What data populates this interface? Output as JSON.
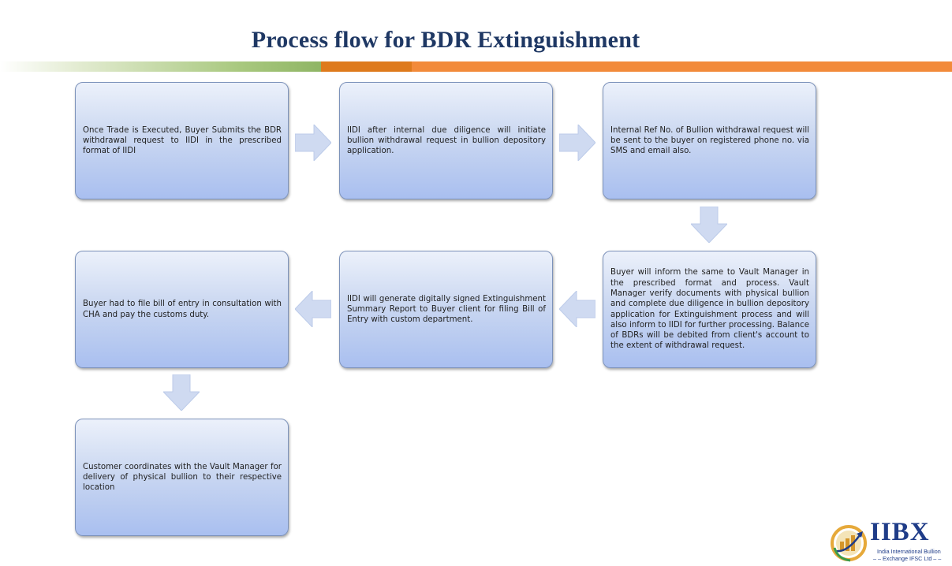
{
  "title": "Process flow for BDR Extinguishment",
  "steps": [
    {
      "text": "Once Trade is Executed, Buyer Submits the BDR withdrawal request to IIDI in the prescribed format of IIDI"
    },
    {
      "text": "IIDI after internal due diligence will initiate bullion withdrawal request in bullion depository application."
    },
    {
      "text": "Internal Ref No. of Bullion withdrawal request will be sent to the buyer on registered phone no. via SMS and email also."
    },
    {
      "text": "Buyer will inform the same to Vault Manager in the prescribed format and process. Vault Manager verify documents with physical bullion and complete due diligence in bullion depository application for Extinguishment process and will also inform to IIDI for further processing. Balance of BDRs will be debited from client's account to the extent of withdrawal request."
    },
    {
      "text": "IIDI will generate digitally signed Extinguishment Summary Report to Buyer client for filing Bill of Entry with custom department."
    },
    {
      "text": "Buyer had to file bill of entry in consultation with CHA and pay the customs duty."
    },
    {
      "text": "Customer coordinates with the Vault Manager for delivery of physical bullion to their respective location"
    }
  ],
  "logo": {
    "name": "IIBX",
    "line1": "India International Bullion",
    "line2": "– – Exchange IFSC Ltd – –"
  },
  "colors": {
    "title": "#1f3864",
    "box_border": "#7c92ba",
    "box_fill_top": "#ecf1fb",
    "box_fill_bottom": "#a9bff0",
    "arrow": "#cfdaf1",
    "bar_green": "#8fb565",
    "bar_orange": "#f28a3a",
    "logo_blue": "#1f3c88"
  }
}
